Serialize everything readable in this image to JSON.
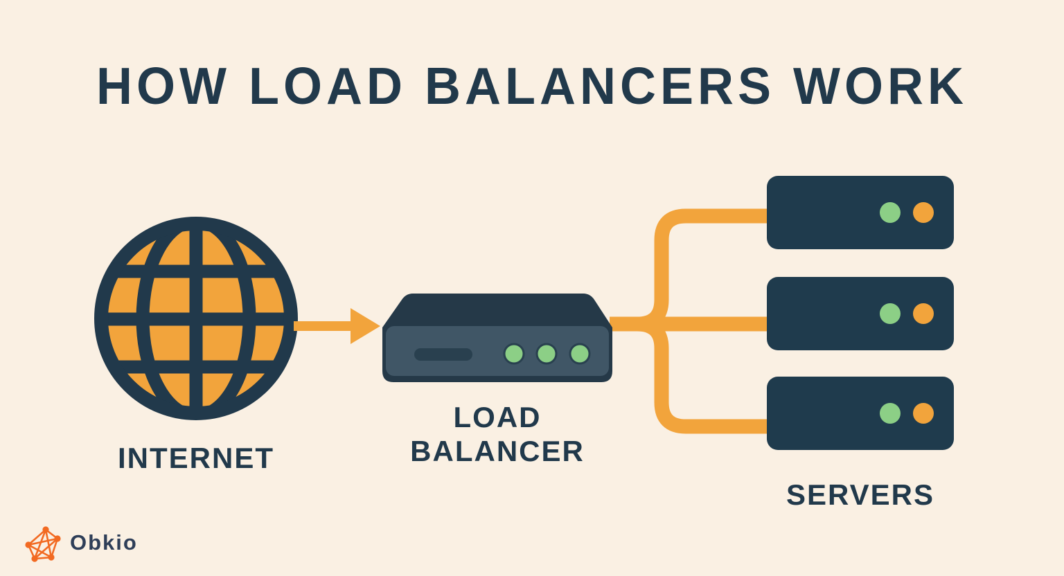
{
  "title": "HOW LOAD BALANCERS WORK",
  "colors": {
    "background": "#faf0e3",
    "navy": "#21394b",
    "navy_deep": "#253948",
    "panel": "#405666",
    "slot": "#29404f",
    "amber": "#f2a43c",
    "green": "#8ccf86",
    "server_navy": "#1f3b4d",
    "logo_orange": "#f26a22",
    "logo_text": "#2e3e58"
  },
  "nodes": {
    "internet": {
      "label": "INTERNET",
      "icon": "globe-icon"
    },
    "load_balancer": {
      "label_line1": "LOAD",
      "label_line2": "BALANCER",
      "icon": "load-balancer-device-icon",
      "led_count": 3,
      "led_color": "green"
    },
    "servers": {
      "label": "SERVERS",
      "count": 3,
      "items": [
        {
          "leds": [
            "green",
            "amber"
          ]
        },
        {
          "leds": [
            "green",
            "amber"
          ]
        },
        {
          "leds": [
            "green",
            "amber"
          ]
        }
      ]
    }
  },
  "connections": [
    {
      "from": "internet",
      "to": "load_balancer",
      "style": "arrow"
    },
    {
      "from": "load_balancer",
      "to": "server-1",
      "style": "elbow-line"
    },
    {
      "from": "load_balancer",
      "to": "server-2",
      "style": "straight-line"
    },
    {
      "from": "load_balancer",
      "to": "server-3",
      "style": "elbow-line"
    }
  ],
  "branding": {
    "name": "Obkio",
    "icon": "obkio-network-logo-icon"
  }
}
